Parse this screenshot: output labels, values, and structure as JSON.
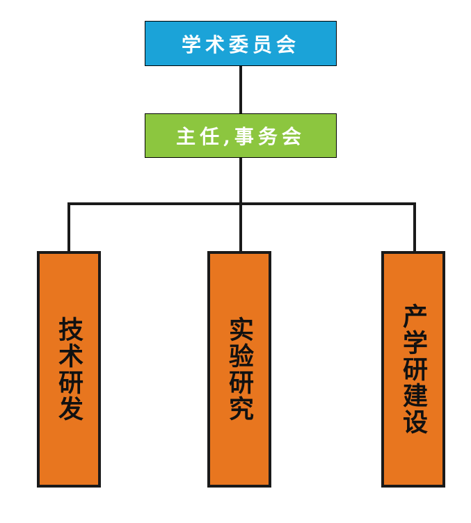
{
  "colors": {
    "top_fill": "#1ba3d8",
    "mid_fill": "#8cc63f",
    "col_fill": "#e8761f",
    "line": "#1a1a1a"
  },
  "diagram": {
    "top": {
      "label": "学术委员会"
    },
    "middle": {
      "label": "主任,事务会"
    },
    "columns": [
      {
        "label": "技术研发"
      },
      {
        "label": "实验研究"
      },
      {
        "label": "产学研建设"
      }
    ]
  }
}
